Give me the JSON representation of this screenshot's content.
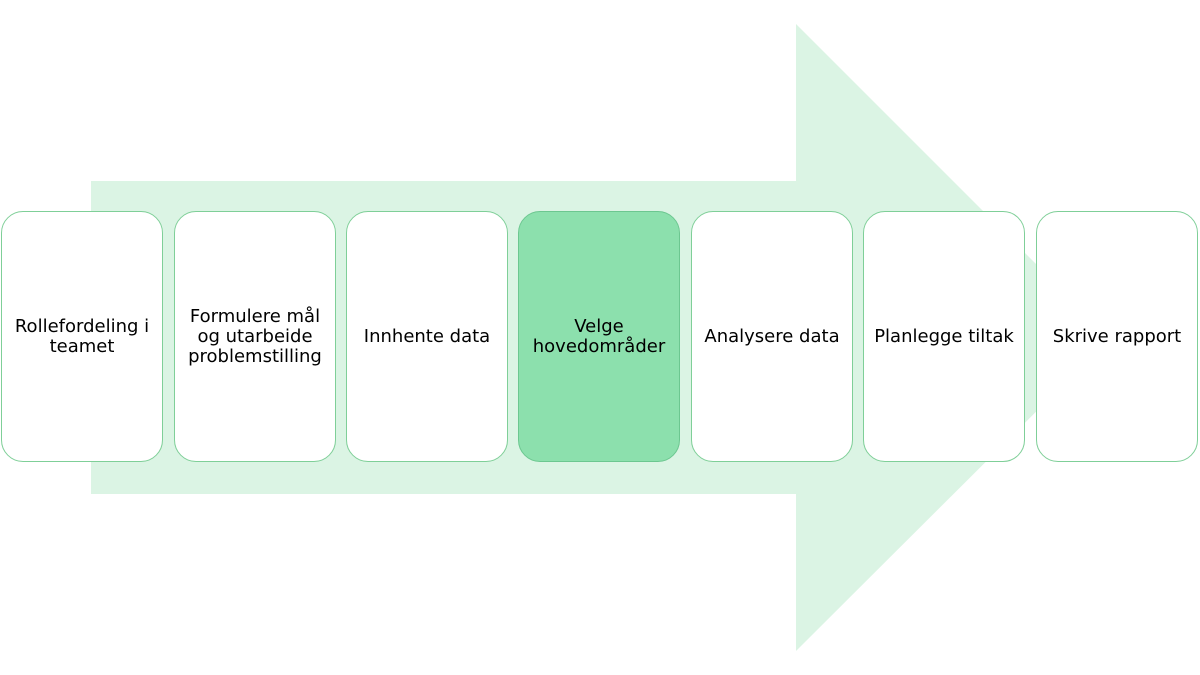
{
  "diagram": {
    "arrow_color": "#dbf4e4",
    "highlight_color": "#8ce0ad",
    "steps": [
      {
        "label": "Rollefordeling i teamet",
        "highlighted": false
      },
      {
        "label": "Formulere mål og utarbeide problemstilling",
        "highlighted": false
      },
      {
        "label": "Innhente data",
        "highlighted": false
      },
      {
        "label": "Velge hovedområder",
        "highlighted": true
      },
      {
        "label": "Analysere data",
        "highlighted": false
      },
      {
        "label": "Planlegge tiltak",
        "highlighted": false
      },
      {
        "label": "Skrive rapport",
        "highlighted": false
      }
    ]
  }
}
